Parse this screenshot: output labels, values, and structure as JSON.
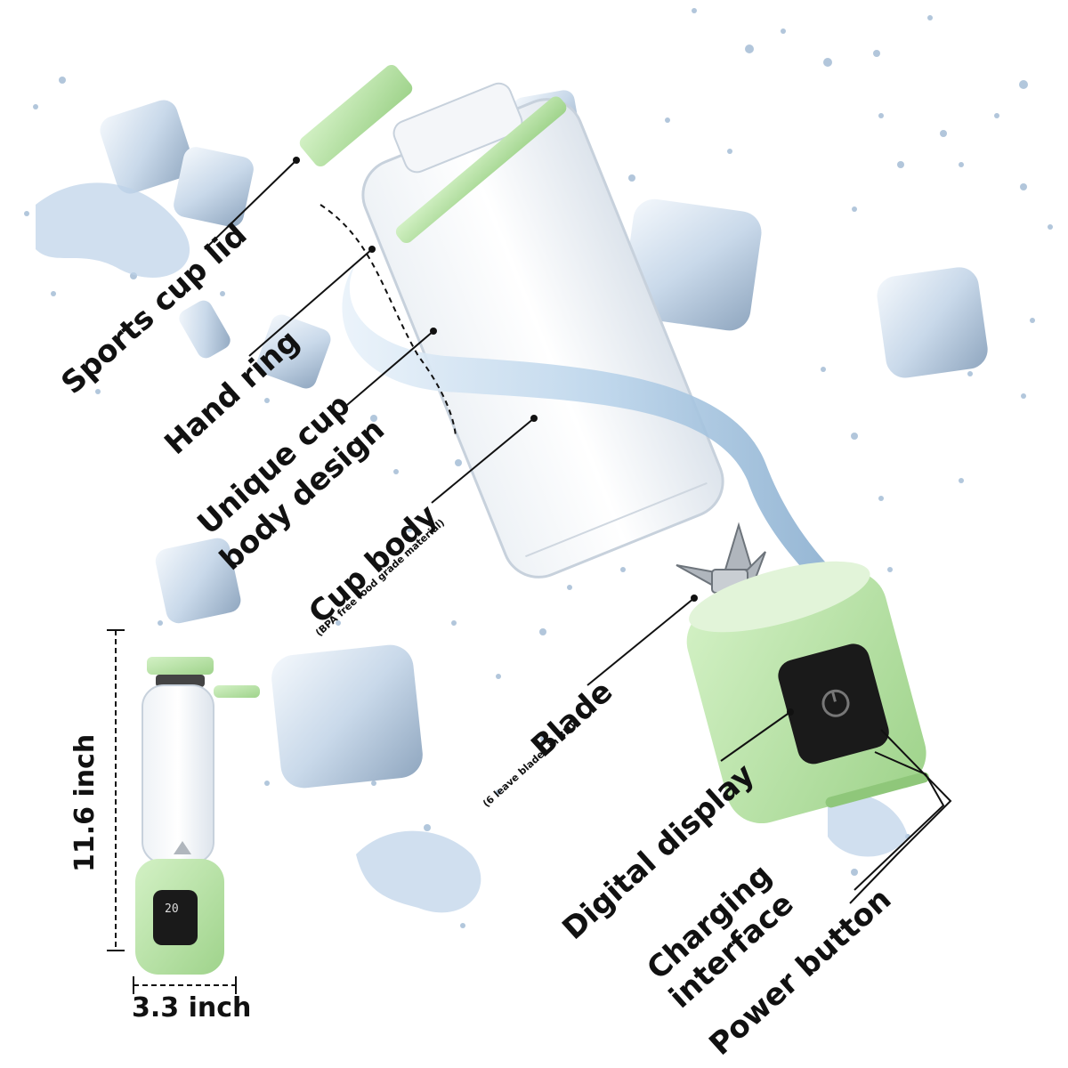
{
  "colors": {
    "lid_green": "#b8e6a6",
    "base_green": "#bde8ac",
    "water": "#cfe3f2",
    "ice": "#dde9f5",
    "panel_dark": "#1a1a1a"
  },
  "callouts": {
    "sports_cup_lid": "Sports cup lid",
    "hand_ring": "Hand ring",
    "unique_cup_line1": "Unique cup",
    "unique_cup_line2": "body design",
    "cup_body": "Cup body",
    "cup_body_note": "(BPA free food grade material)",
    "blade": "Blade",
    "blade_note": "(6 leave blades in 3D)",
    "digital_display": "Digital display",
    "charging_line1": "Charging",
    "charging_line2": "interface",
    "power_button": "Power button"
  },
  "dimensions": {
    "height": "11.6 inch",
    "width": "3.3 inch"
  },
  "icons": [
    "ice-cube-icon",
    "water-splash-icon",
    "power-icon",
    "blade-icon"
  ]
}
